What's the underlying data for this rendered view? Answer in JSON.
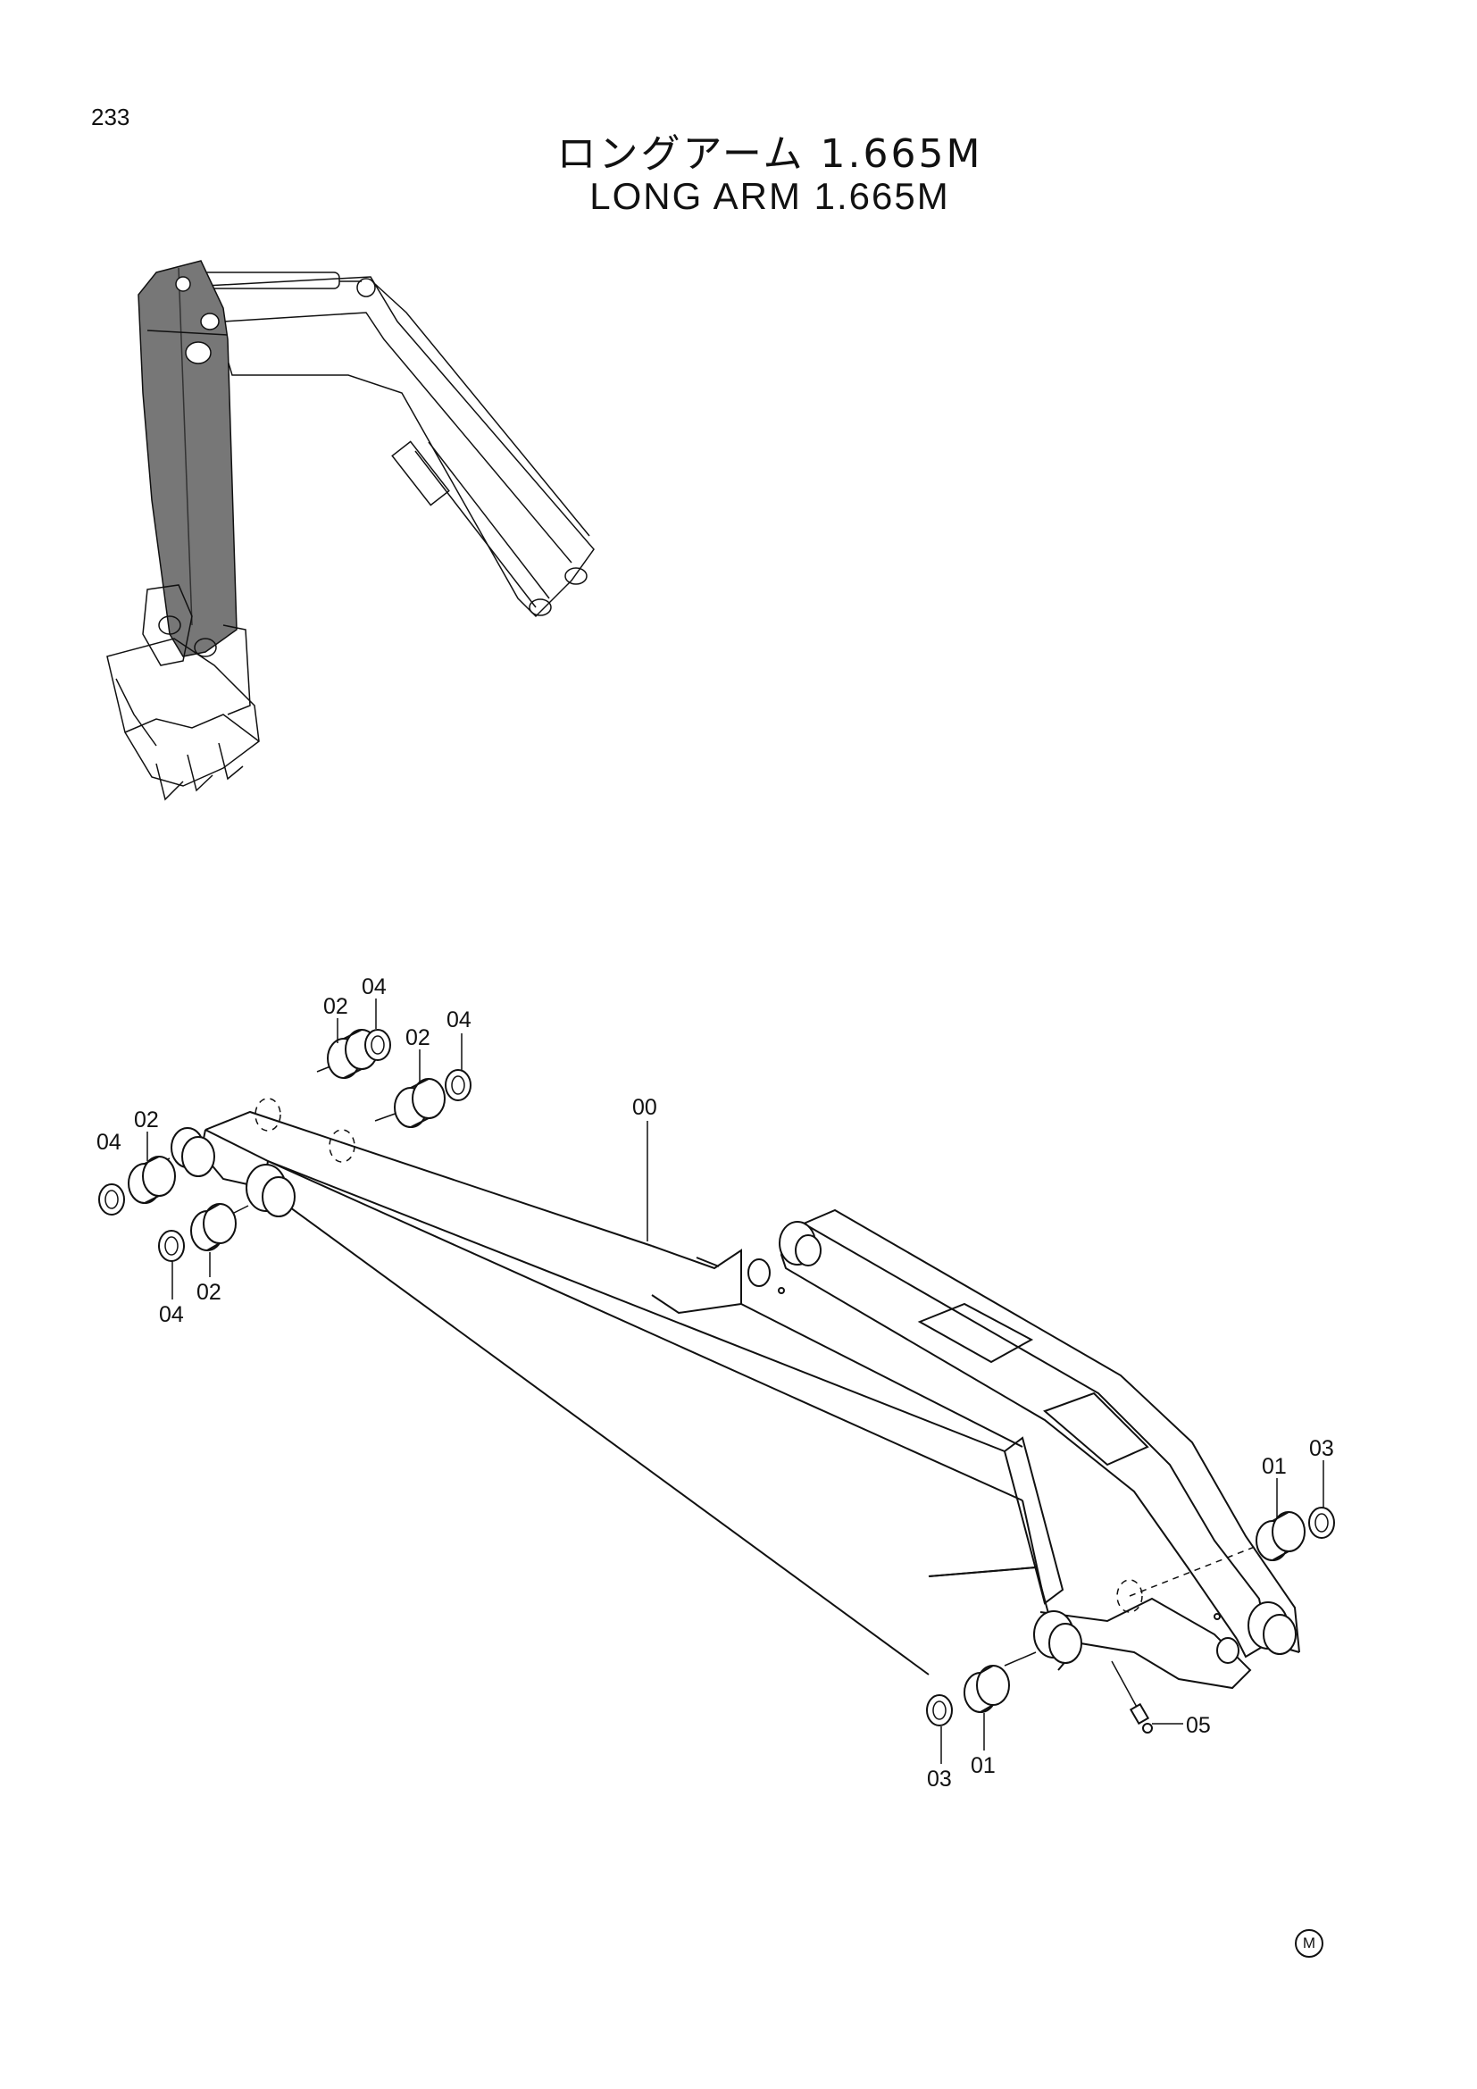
{
  "page_number": "233",
  "title_jp": "ロングアーム 1.665M",
  "title_en": "LONG ARM 1.665M",
  "corner_mark": "M",
  "callouts": {
    "c00": "00",
    "c01a": "01",
    "c01b": "01",
    "c02a": "02",
    "c02b": "02",
    "c02c": "02",
    "c02d": "02",
    "c03a": "03",
    "c03b": "03",
    "c04a": "04",
    "c04b": "04",
    "c04c": "04",
    "c04d": "04",
    "c05": "05"
  }
}
